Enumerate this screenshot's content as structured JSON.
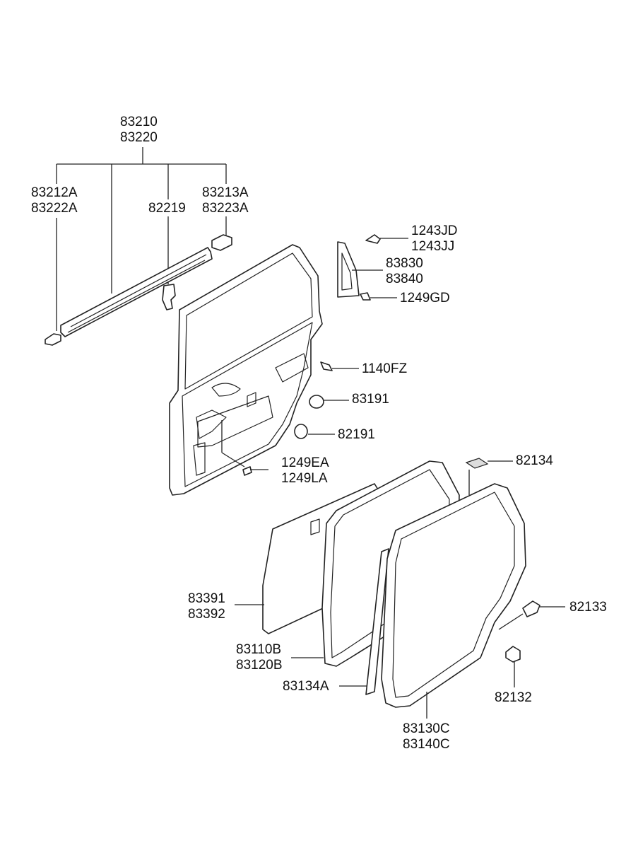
{
  "labels": {
    "p83210": "83210",
    "p83220": "83220",
    "p83212A": "83212A",
    "p83222A": "83222A",
    "p82219": "82219",
    "p83213A": "83213A",
    "p83223A": "83223A",
    "p1243JD": "1243JD",
    "p1243JJ": "1243JJ",
    "p83830": "83830",
    "p83840": "83840",
    "p1249GD": "1249GD",
    "p1140FZ": "1140FZ",
    "p83191": "83191",
    "p82191": "82191",
    "p1249EA": "1249EA",
    "p1249LA": "1249LA",
    "p82134": "82134",
    "p83391": "83391",
    "p83392": "83392",
    "p82133": "82133",
    "p83110B": "83110B",
    "p83120B": "83120B",
    "p83134A": "83134A",
    "p82132": "82132",
    "p83130C": "83130C",
    "p83140C": "83140C"
  }
}
